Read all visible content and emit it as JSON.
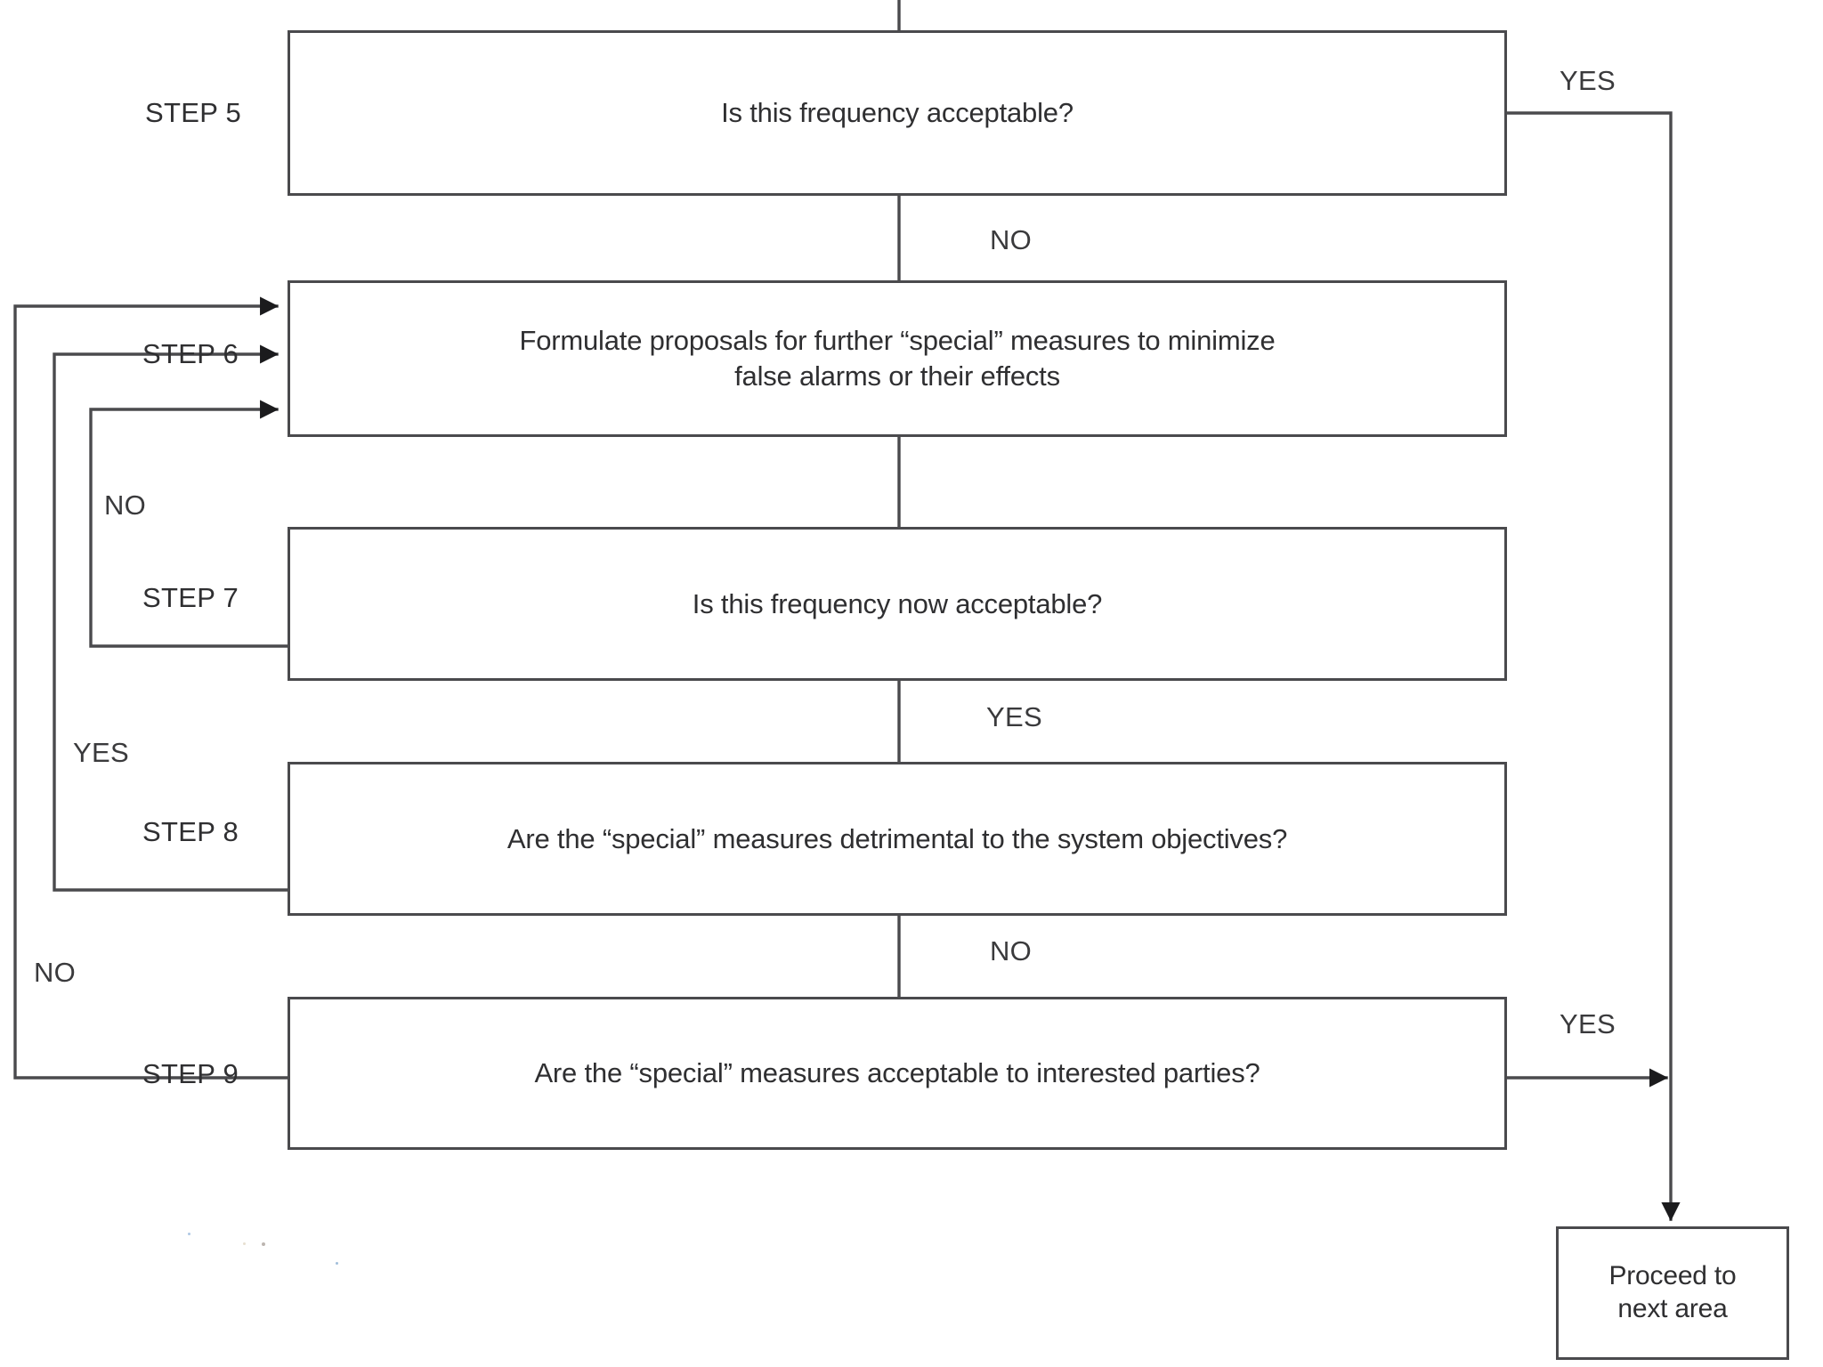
{
  "diagram": {
    "title": "Alarm system false alarm assessment flowchart (steps 5-9)",
    "line_color": "#4a4a4d",
    "text_color": "#2f2f31",
    "background": "#ffffff"
  },
  "nodes": [
    {
      "id": "step5",
      "step_label": "STEP 5",
      "text": "Is this frequency acceptable?",
      "shape": "rectangle"
    },
    {
      "id": "step6",
      "step_label": "STEP 6",
      "text": "Formulate proposals for further “special” measures to minimize\nfalse alarms or their effects",
      "shape": "rectangle"
    },
    {
      "id": "step7",
      "step_label": "STEP 7",
      "text": "Is this frequency now acceptable?",
      "shape": "rectangle"
    },
    {
      "id": "step8",
      "step_label": "STEP 8",
      "text": "Are the “special” measures detrimental to the system objectives?",
      "shape": "rectangle"
    },
    {
      "id": "step9",
      "step_label": "STEP 9",
      "text": "Are the “special” measures acceptable to interested parties?",
      "shape": "rectangle"
    },
    {
      "id": "terminal",
      "step_label": "",
      "text": "Proceed to\nnext area",
      "shape": "rectangle"
    }
  ],
  "edge_labels": [
    {
      "id": "step5-yes",
      "text": "YES"
    },
    {
      "id": "step5-no",
      "text": "NO"
    },
    {
      "id": "step7-no",
      "text": "NO"
    },
    {
      "id": "step7-yes",
      "text": "YES"
    },
    {
      "id": "step8-yes",
      "text": "YES"
    },
    {
      "id": "step8-no",
      "text": "NO"
    },
    {
      "id": "step9-no",
      "text": "NO"
    },
    {
      "id": "step9-yes",
      "text": "YES"
    }
  ],
  "edges": [
    {
      "from": "above",
      "to": "step5",
      "label": ""
    },
    {
      "from": "step5",
      "to": "terminal",
      "label": "YES"
    },
    {
      "from": "step5",
      "to": "step6",
      "label": "NO"
    },
    {
      "from": "step6",
      "to": "step7",
      "label": ""
    },
    {
      "from": "step7",
      "to": "step6",
      "label": "NO"
    },
    {
      "from": "step7",
      "to": "step8",
      "label": "YES"
    },
    {
      "from": "step8",
      "to": "step6",
      "label": "YES"
    },
    {
      "from": "step8",
      "to": "step9",
      "label": "NO"
    },
    {
      "from": "step9",
      "to": "step6",
      "label": "NO"
    },
    {
      "from": "step9",
      "to": "terminal",
      "label": "YES"
    }
  ]
}
